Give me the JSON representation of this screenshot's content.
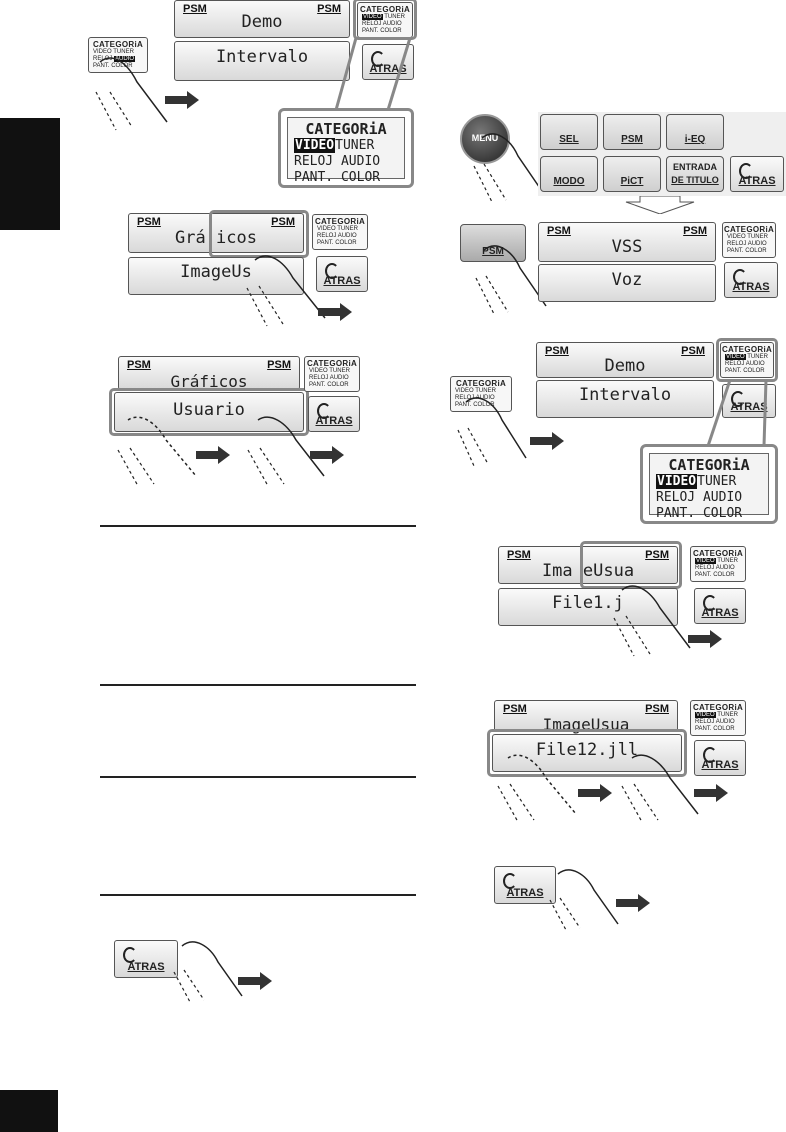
{
  "left_tab_color": "#111111",
  "page_tab_color": "#111111",
  "accent_gray": "#888888",
  "labels": {
    "psm": "PSM",
    "menu": "MENU",
    "atras": "ATRAS",
    "categoria_title": "CATEGORiA",
    "cat_line1_a": "VIDEO",
    "cat_line1_b": "TUNER",
    "cat_line2_a": "RELOJ",
    "cat_line2_b": "AUDIO",
    "cat_line3": "PANT. COLOR"
  },
  "panels": {
    "a_top": "Demo",
    "a_bottom": "Intervalo",
    "b_top": "Gráficos",
    "b_top_visible": "Grá icos",
    "b_bottom": "ImageUs",
    "c_top": "Gráficos",
    "c_bottom": "Usuario",
    "d_top": "VSS",
    "d_bottom": "Voz",
    "e_top": "Demo",
    "e_bottom": "Intervalo",
    "f_top": "ImageUsua",
    "f_top_visible": "Ima eUsua",
    "f_bottom": "File1.j",
    "g_top": "ImageUsua",
    "g_bottom": "File12.jll"
  },
  "menu_buttons": [
    "SEL",
    "PSM",
    "i-EQ",
    "MODO",
    "PiCT",
    "ENTRADA DE TITULO",
    "ATRAS"
  ],
  "menu_entrada_line1": "ENTRADA",
  "menu_entrada_line2": "DE TITULO"
}
